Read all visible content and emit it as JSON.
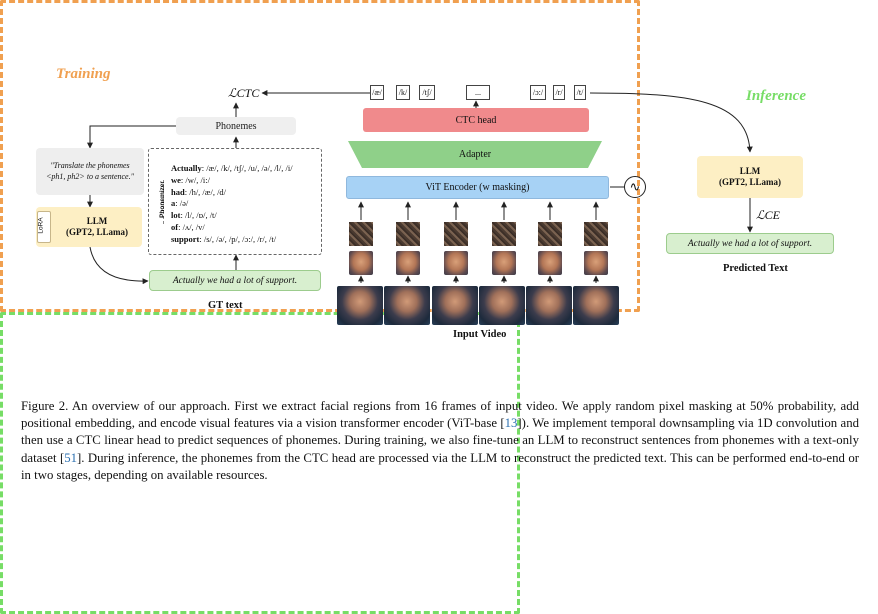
{
  "training": {
    "label": "Training"
  },
  "inference": {
    "label": "Inference"
  },
  "ctc_loss": "ℒCTC",
  "ce_loss": "ℒCE",
  "phoneme_tokens": [
    "/æ/",
    "/k/",
    "/tʃ/",
    "...",
    "/ɔ:/",
    "/r/",
    "/t/"
  ],
  "model": {
    "ctc_head": "CTC head",
    "adapter": "Adapter",
    "encoder": "ViT Encoder (w masking)"
  },
  "input_video_label": "Input Video",
  "phonemes_label": "Phonemes",
  "phonemizer_label": "Phonemizer",
  "phoneme_lines": [
    {
      "word": "Actually",
      "ph": ": /æ/, /k/, /tʃ/, /u/, /ə/, /l/, /i/"
    },
    {
      "word": "we",
      "ph": ": /w/, /i:/"
    },
    {
      "word": "had",
      "ph": ": /h/, /æ/, /d/"
    },
    {
      "word": "a",
      "ph": ": /ə/"
    },
    {
      "word": "lot",
      "ph": ": /l/, /ɒ/, /t/"
    },
    {
      "word": "of",
      "ph": ": /ʌ/, /v/"
    },
    {
      "word": "support",
      "ph": ": /s/, /ə/, /p/, /ɔ:/, /r/, /t/"
    }
  ],
  "prompt": {
    "line1": "\"Translate the phonemes",
    "line2": "<ph1, ph2> to a sentence.\""
  },
  "lora": "LoRA",
  "llm_train": {
    "line1": "LLM",
    "line2": "(GPT2, LLama)"
  },
  "llm_infer": {
    "line1": "LLM",
    "line2": "(GPT2, LLama)"
  },
  "gt_sentence": "Actually we had a lot of support.",
  "gt_label": "GT text",
  "pred_sentence": "Actually we had a lot of support.",
  "pred_label": "Predicted Text",
  "caption": {
    "part1": "Figure 2. An overview of our approach. First we extract facial regions from 16 frames of input video. We apply random pixel masking at 50% probability, add positional embedding, and encode visual features via a vision transformer encoder (ViT-base [",
    "cite1": "13",
    "part2": "]). We implement temporal downsampling via 1D convolution and then use a CTC linear head to predict sequences of phonemes. During training, we also fine-tune an LLM to reconstruct sentences from phonemes with a text-only dataset [",
    "cite2": "51",
    "part3": "]. During inference, the phonemes from the CTC head are processed via the LLM to reconstruct the predicted text. This can be performed end-to-end or in two stages, depending on available resources."
  },
  "colors": {
    "training_border": "#f0a050",
    "inference_border": "#77dd66",
    "ctc_head": "#f08a8c",
    "adapter": "#8fd089",
    "encoder": "#a7d2f5",
    "llm": "#fdefc4",
    "sentence": "#d8efcf"
  }
}
